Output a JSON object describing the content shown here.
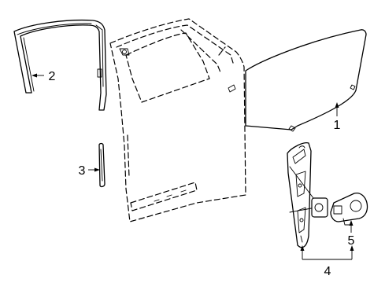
{
  "callouts": [
    {
      "id": "glass",
      "number": "1"
    },
    {
      "id": "run-channel",
      "number": "2"
    },
    {
      "id": "seal-strip",
      "number": "3"
    },
    {
      "id": "regulator",
      "number": "4"
    },
    {
      "id": "motor",
      "number": "5"
    }
  ]
}
